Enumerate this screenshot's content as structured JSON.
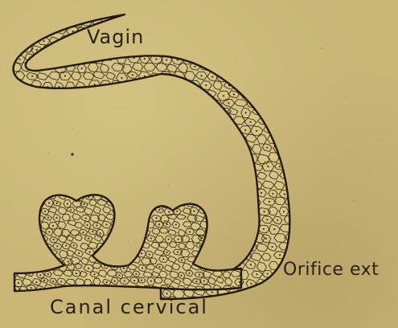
{
  "figure": {
    "labels": {
      "vagin": "Vagin",
      "orifice": "Orifice ext",
      "canal": "Canal cervical"
    },
    "colors": {
      "paper": "#c9b677",
      "tissue": "#d8c789",
      "ink": "#2a2114"
    }
  }
}
